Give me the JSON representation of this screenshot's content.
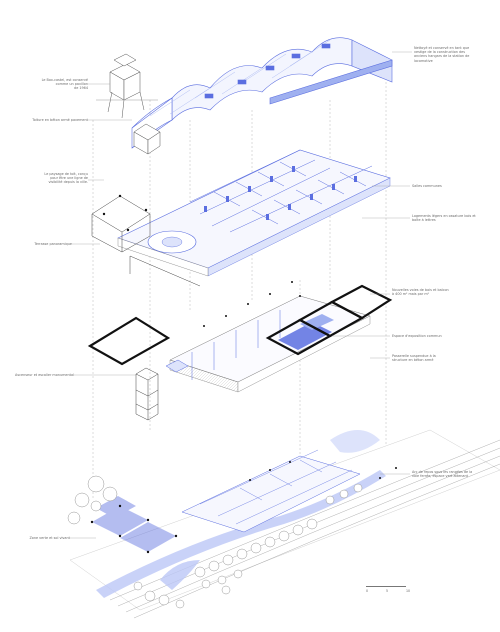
{
  "colors": {
    "line": "#7a7a7a",
    "light_line": "#b8b8b8",
    "blue": "#5b6ee0",
    "blue_fill": "#dde3fb",
    "blue_mid": "#9fb0f0",
    "black": "#111111"
  },
  "labels": {
    "l1": "Le Box-castel, est conservé\ncomme un pavillon\nde 1964",
    "l2": "Toiture en béton armé pavement",
    "l3": "Le paysage de toit, conçu\npour être une ligne de\nvisibilité depuis la ville.",
    "l4": "Terrasse panoramique",
    "l5": "Ascenseur et escalier monumental",
    "l6": "Zone verte et sol vivant",
    "r1": "Nettoyé et conservé en tant que\nvestige de la construction des\nanciens hangars de la station de\nlocomotive",
    "r2": "Salles communes",
    "r3": "Logements légers en ossature bois et\nboîte à lettres",
    "r4": "Nouvelles voies de bois et balcon\nà 400 m² mais par m²",
    "r5": "Espace d'exposition commun",
    "r6": "Passerelle suspendue à la\nstructure en béton armé",
    "r7": "Arc de repos sous les rangées de la\nvoie ferrée, espace vert attenant"
  },
  "scale": {
    "s0": "0",
    "s1": "5",
    "s2": "10"
  }
}
